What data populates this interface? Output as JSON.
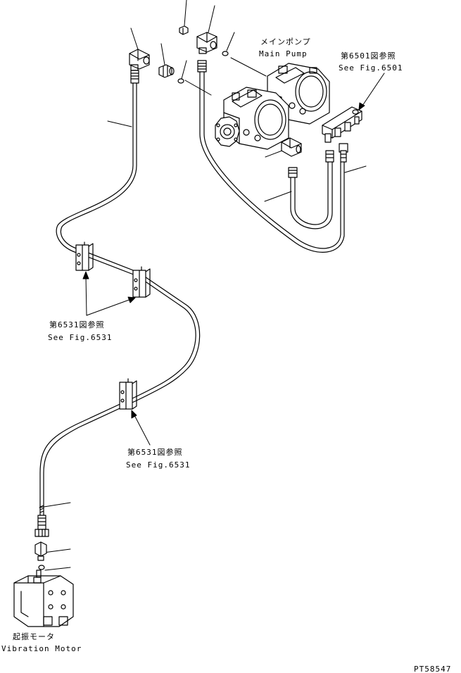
{
  "labels": {
    "main_pump_jp": "メインポンプ",
    "main_pump_en": "Main Pump",
    "fig6501_jp": "第6501図参照",
    "fig6501_en": "See Fig.6501",
    "fig6531a_jp": "第6531図参照",
    "fig6531a_en": "See Fig.6531",
    "fig6531b_jp": "第6531図参照",
    "fig6531b_en": "See Fig.6531",
    "vib_motor_jp": "起振モータ",
    "vib_motor_en": "Vibration Motor",
    "drawing_no": "PT58547"
  },
  "colors": {
    "line": "#000000",
    "background": "#ffffff"
  }
}
